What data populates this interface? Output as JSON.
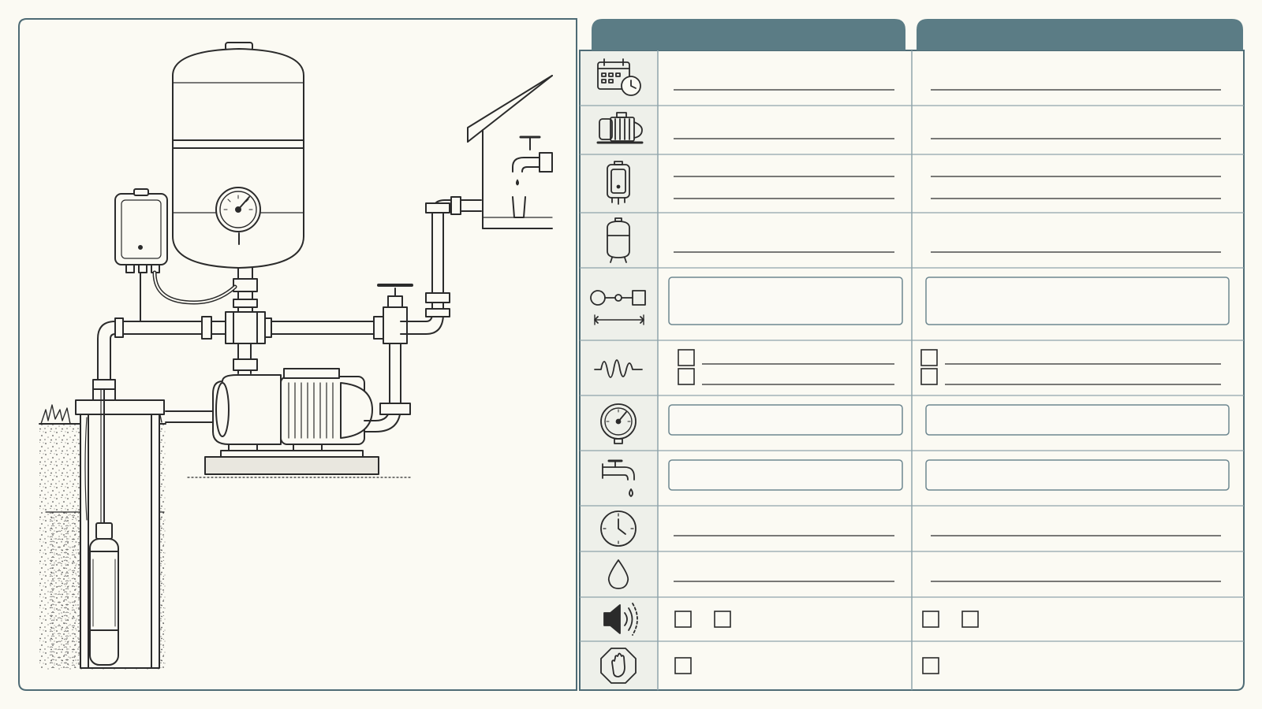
{
  "colors": {
    "background": "#fbfaf3",
    "ink": "#2b2b2b",
    "frame": "#4e6b75",
    "header": "#5b7c85",
    "grid": "#8fa4ab",
    "icon_column": "#eef0ea",
    "field_border": "#6d8790",
    "field_fill": "#fbfaf5",
    "soil_speck": "#5a5a5a"
  },
  "diagram": {
    "components": [
      "well-casing-icon",
      "submersible-pump-icon",
      "pressure-tank-icon",
      "pressure-gauge-icon",
      "pressure-switch-icon",
      "jet-pump-icon",
      "gate-valve-icon",
      "house-faucet-icon"
    ]
  },
  "log_table": {
    "columns": [
      "",
      ""
    ],
    "rows": [
      {
        "icon": "calendar-clock-icon",
        "field": "line"
      },
      {
        "icon": "motor-pump-icon",
        "field": "line"
      },
      {
        "icon": "pressure-switch-icon",
        "field": "double-line"
      },
      {
        "icon": "pressure-tank-icon",
        "field": "line"
      },
      {
        "icon": "cut-in-cut-out-icon",
        "field": "box"
      },
      {
        "icon": "noise-wave-icon",
        "field": "two-checkbox-lines"
      },
      {
        "icon": "pressure-gauge-icon",
        "field": "box"
      },
      {
        "icon": "faucet-flow-icon",
        "field": "box"
      },
      {
        "icon": "clock-icon",
        "field": "line"
      },
      {
        "icon": "water-drop-icon",
        "field": "line"
      },
      {
        "icon": "speaker-sound-icon",
        "field": "two-checkboxes"
      },
      {
        "icon": "stop-hand-icon",
        "field": "one-checkbox"
      }
    ]
  }
}
